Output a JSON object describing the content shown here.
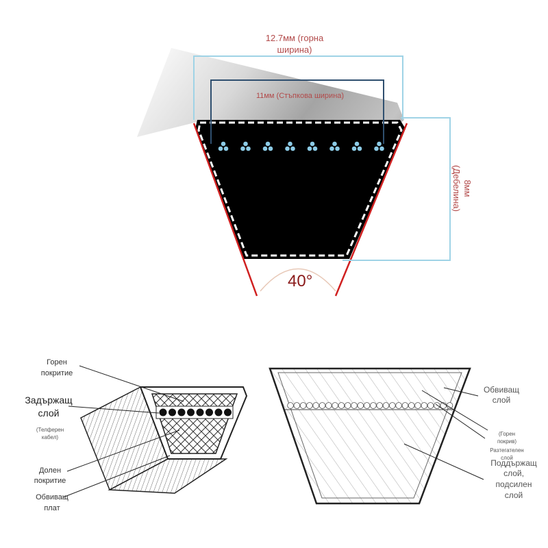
{
  "top_diagram": {
    "top_width_line1": "12.7мм (горна",
    "top_width_line2": "ширина)",
    "pitch_width": "11мм (Стъпкова ширина)",
    "thickness_line1": "8мм",
    "thickness_line2": "(Дебелина)",
    "angle": "40°"
  },
  "left_diagram": {
    "top_cover_line1": "Горен",
    "top_cover_line2": "покритие",
    "tension_line1": "Задържащ",
    "tension_line2": "слой",
    "tension_note_line1": "(Телферен",
    "tension_note_line2": "кабел)",
    "bottom_cover_line1": "Долен",
    "bottom_cover_line2": "покритие",
    "wrap_line1": "Обвиващ",
    "wrap_line2": "плат"
  },
  "right_diagram": {
    "wrap_line1": "Обвиващ",
    "wrap_line2": "слой",
    "top_cover_line1": "(Горен",
    "top_cover_line2": "покрив)",
    "stretch_line1": "Разтегателен",
    "stretch_line2": "слой",
    "support_line1": "Поддържащ",
    "support_line2": "слой,",
    "support_line3": "подсилен",
    "support_line4": "слой"
  },
  "colors": {
    "dimension_red": "#b24a4a",
    "guide_blue": "#9fd3e6",
    "pitch_navy": "#2f4f6f",
    "cord_blue": "#8ccbe6",
    "belt_black": "#000000",
    "flank_red": "#d02020"
  }
}
